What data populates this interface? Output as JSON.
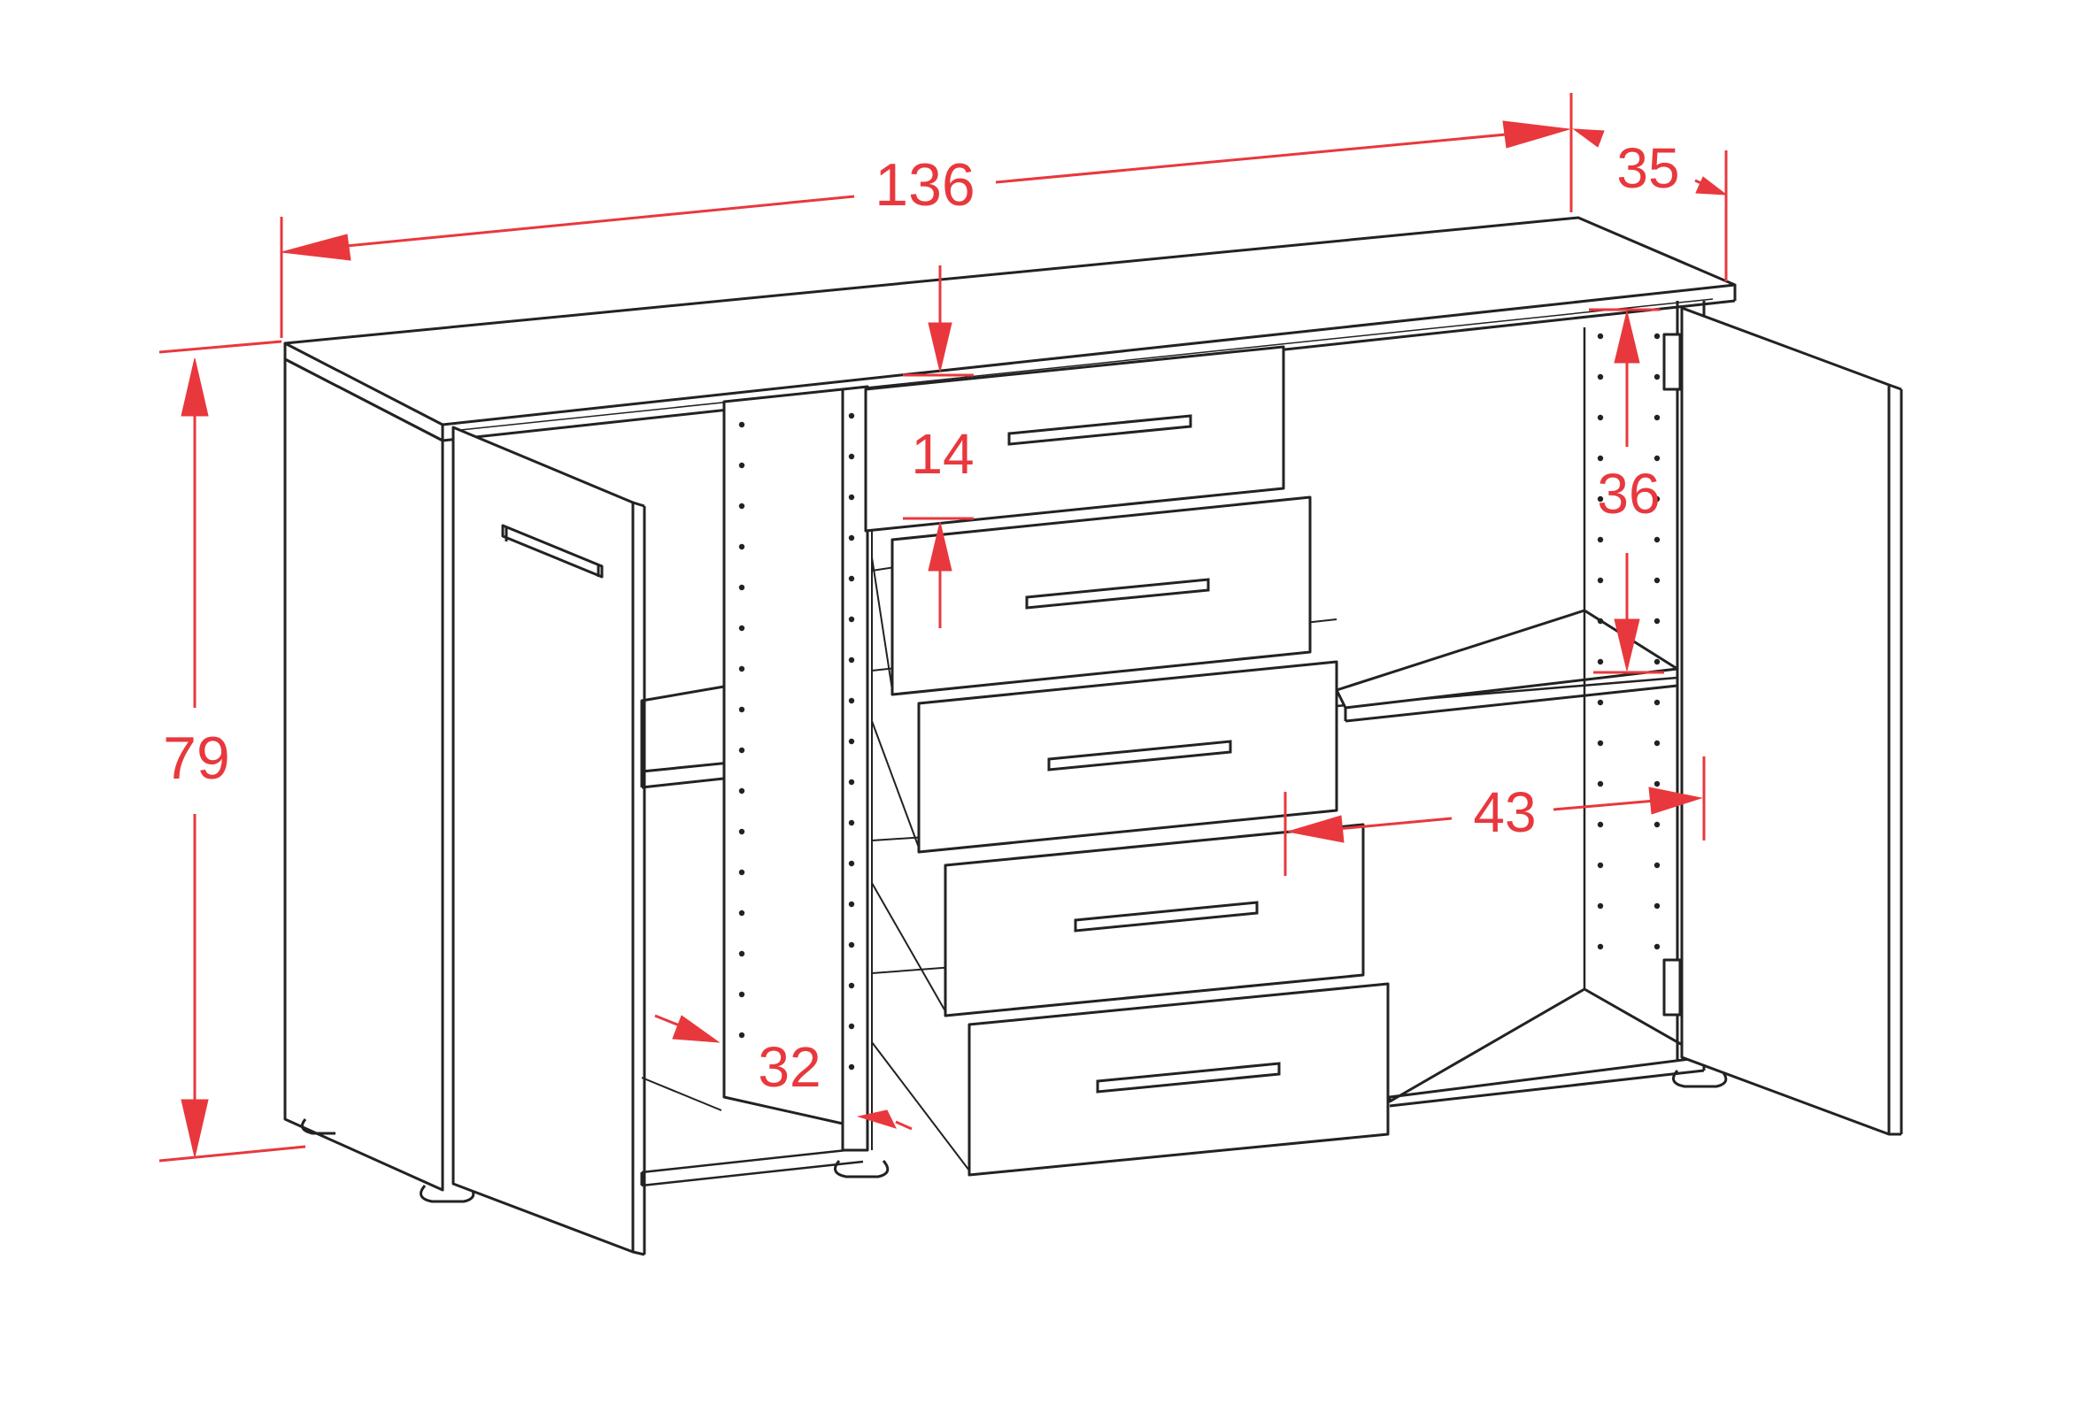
{
  "diagram": {
    "subject": "sideboard",
    "dimensions": {
      "width": {
        "value": "136"
      },
      "depth": {
        "value": "35"
      },
      "height": {
        "value": "79"
      },
      "drawer_gap": {
        "value": "14"
      },
      "compartment_height": {
        "value": "36"
      },
      "compartment_width": {
        "value": "43"
      },
      "interior_depth": {
        "value": "32"
      }
    },
    "drawers": [
      {
        "id": 1
      },
      {
        "id": 2
      },
      {
        "id": 3
      },
      {
        "id": 4
      },
      {
        "id": 5
      }
    ]
  },
  "colors": {
    "dimension": "#e8383d",
    "line": "#222222",
    "background": "#ffffff"
  }
}
